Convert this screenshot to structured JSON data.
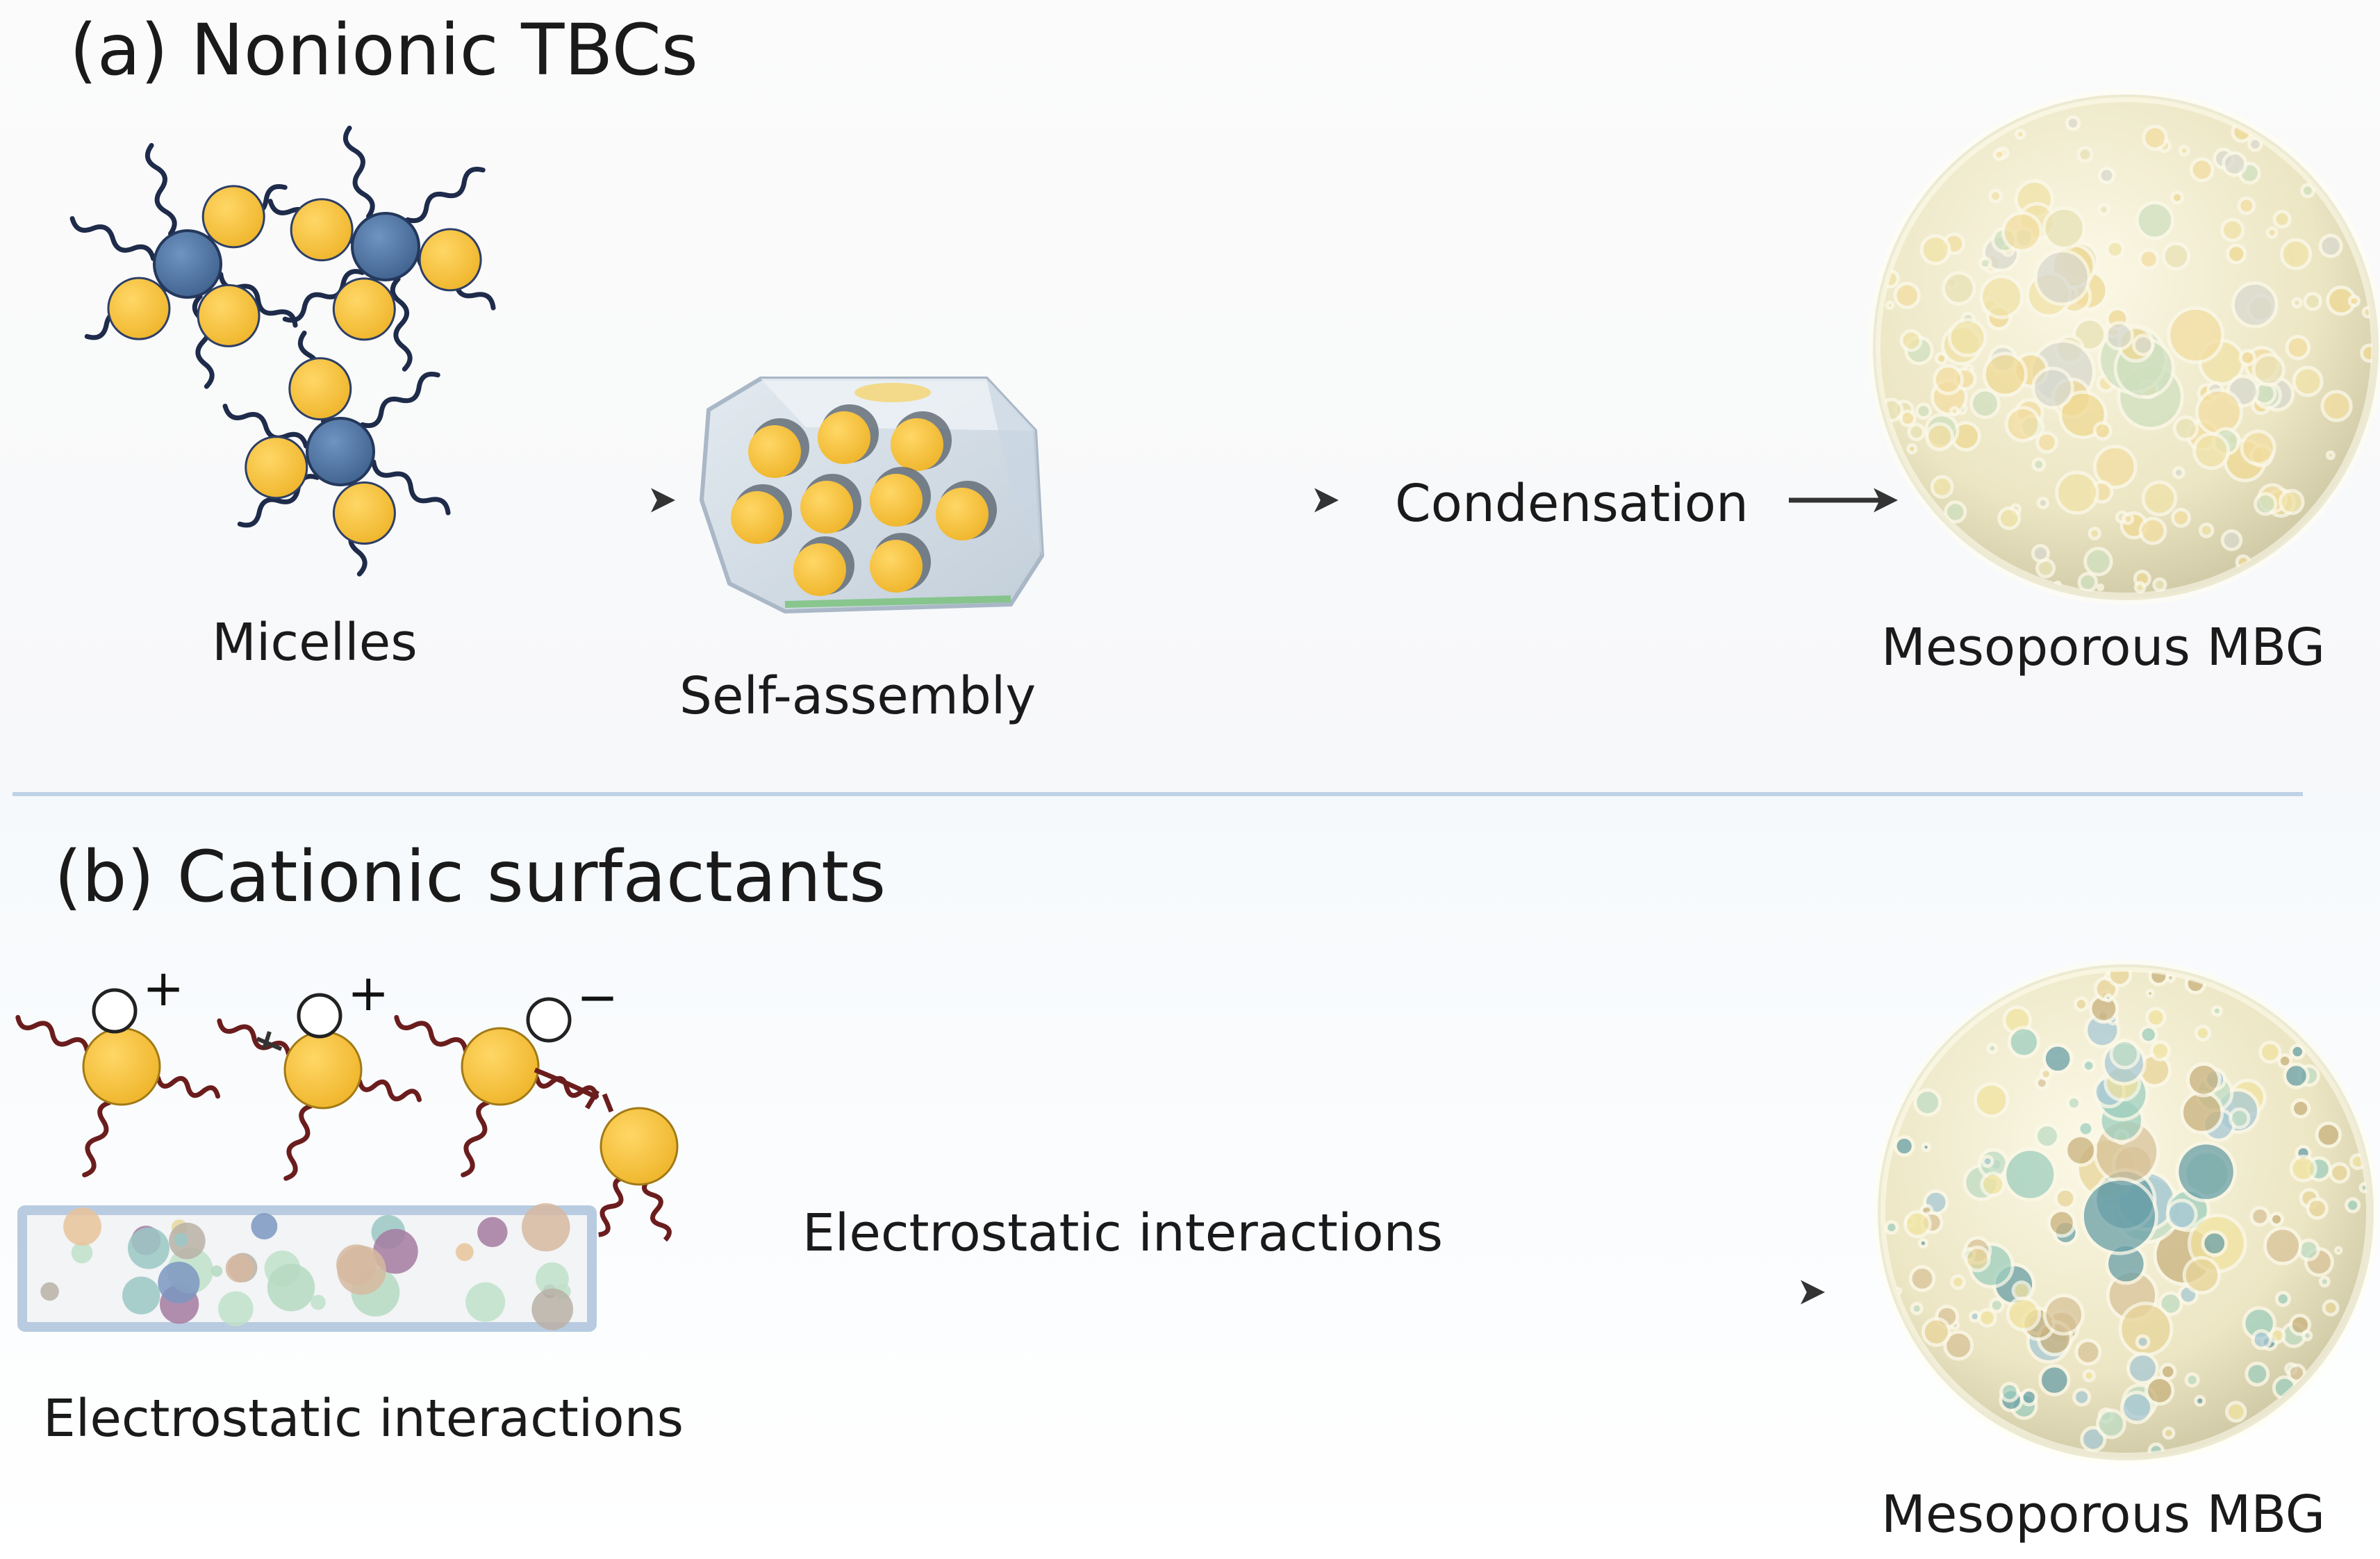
{
  "panel_a": {
    "title": "(a) Nonionic TBCs",
    "micelles_label": "Micelles",
    "self_assembly_label": "Self-assembly",
    "condensation_label": "Condensation",
    "result_label": "Mesoporous MBG"
  },
  "panel_b": {
    "title": "(b) Cationic surfactants",
    "left_label": "Electrostatic interactions",
    "arrow_label": "Electrostatic interactions",
    "result_label": "Mesoporous MBG",
    "charges": [
      "+",
      "+",
      "−"
    ]
  },
  "colors": {
    "micelle_core": "#4f74a3",
    "micelle_head": "#f2c23e",
    "tail": "#1e2b4a",
    "cationic_tail": "#6b1d1d",
    "sphere_fill": "#f1ecd0",
    "divider": "#bfd2e6",
    "arrow": "#333333"
  }
}
